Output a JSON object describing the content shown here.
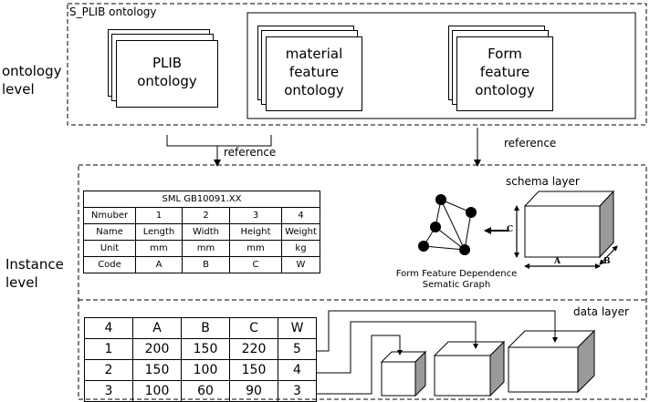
{
  "ontology": {
    "box_title": "S_PLIB ontology",
    "level_label": [
      "ontology",
      "level"
    ],
    "plib": [
      "PLIB",
      "ontology"
    ],
    "material": [
      "material",
      "feature",
      "ontology"
    ],
    "form": [
      "Form",
      "feature",
      "ontology"
    ],
    "ref_left": "reference",
    "ref_right": "reference"
  },
  "instance": {
    "level_label": [
      "Instance",
      "level"
    ],
    "sml_table": {
      "title": "SML GB10091.XX",
      "rows": [
        [
          "Nmuber",
          "1",
          "2",
          "3",
          "4"
        ],
        [
          "Name",
          "Length",
          "Width",
          "Height",
          "Weight"
        ],
        [
          "Unit",
          "mm",
          "mm",
          "mm",
          "kg"
        ],
        [
          "Code",
          "A",
          "B",
          "C",
          "W"
        ]
      ]
    },
    "schema_label": "schema layer",
    "graph_caption": [
      "Form Feature Dependence",
      "Sematic Graph"
    ],
    "dim_labels": {
      "a": "A",
      "b": "B",
      "c": "C"
    },
    "data_label": "data layer",
    "data_table": {
      "rows": [
        [
          "4",
          "A",
          "B",
          "C",
          "W"
        ],
        [
          "1",
          "200",
          "150",
          "220",
          "5"
        ],
        [
          "2",
          "150",
          "100",
          "150",
          "4"
        ],
        [
          "3",
          "100",
          "60",
          "90",
          "3"
        ]
      ]
    }
  }
}
